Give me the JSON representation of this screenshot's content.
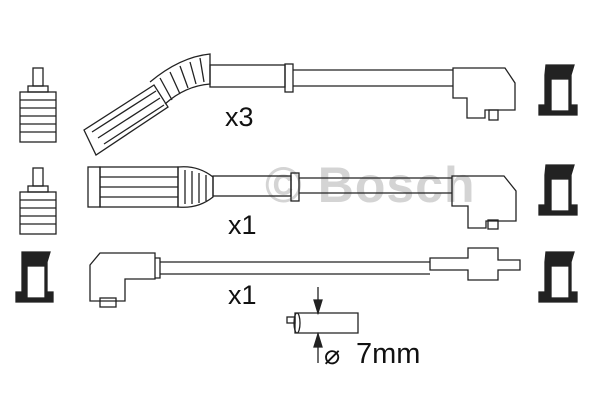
{
  "watermark": "© Bosch",
  "cables": [
    {
      "quantity_label": "x3"
    },
    {
      "quantity_label": "x1"
    },
    {
      "quantity_label": "x1"
    }
  ],
  "dimension": {
    "symbol": "⌀",
    "value_label": "7mm"
  },
  "colors": {
    "line": "#222222",
    "watermark": "#d4d4d4"
  }
}
